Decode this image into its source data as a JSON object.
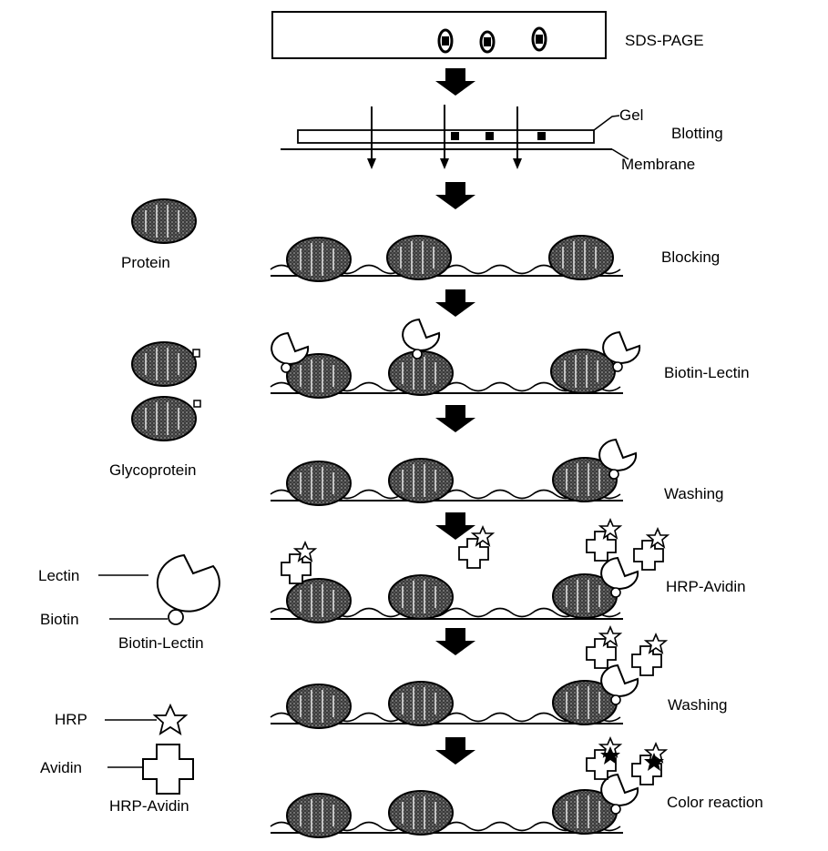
{
  "steps": [
    {
      "label": "SDS-PAGE"
    },
    {
      "label": "Blotting"
    },
    {
      "label": "Blocking"
    },
    {
      "label": "Biotin-Lectin"
    },
    {
      "label": "Washing"
    },
    {
      "label": "HRP-Avidin"
    },
    {
      "label": "Washing"
    },
    {
      "label": "Color reaction"
    }
  ],
  "blot_labels": {
    "gel": "Gel",
    "membrane": "Membrane"
  },
  "legend": {
    "protein": "Protein",
    "glycoprotein": "Glycoprotein",
    "lectin": "Lectin",
    "biotin": "Biotin",
    "biotin_lectin": "Biotin-Lectin",
    "hrp": "HRP",
    "avidin": "Avidin",
    "hrp_avidin": "HRP-Avidin"
  },
  "colors": {
    "ink": "#000000",
    "protein_fill": "#3a3a3a",
    "background": "#ffffff"
  }
}
